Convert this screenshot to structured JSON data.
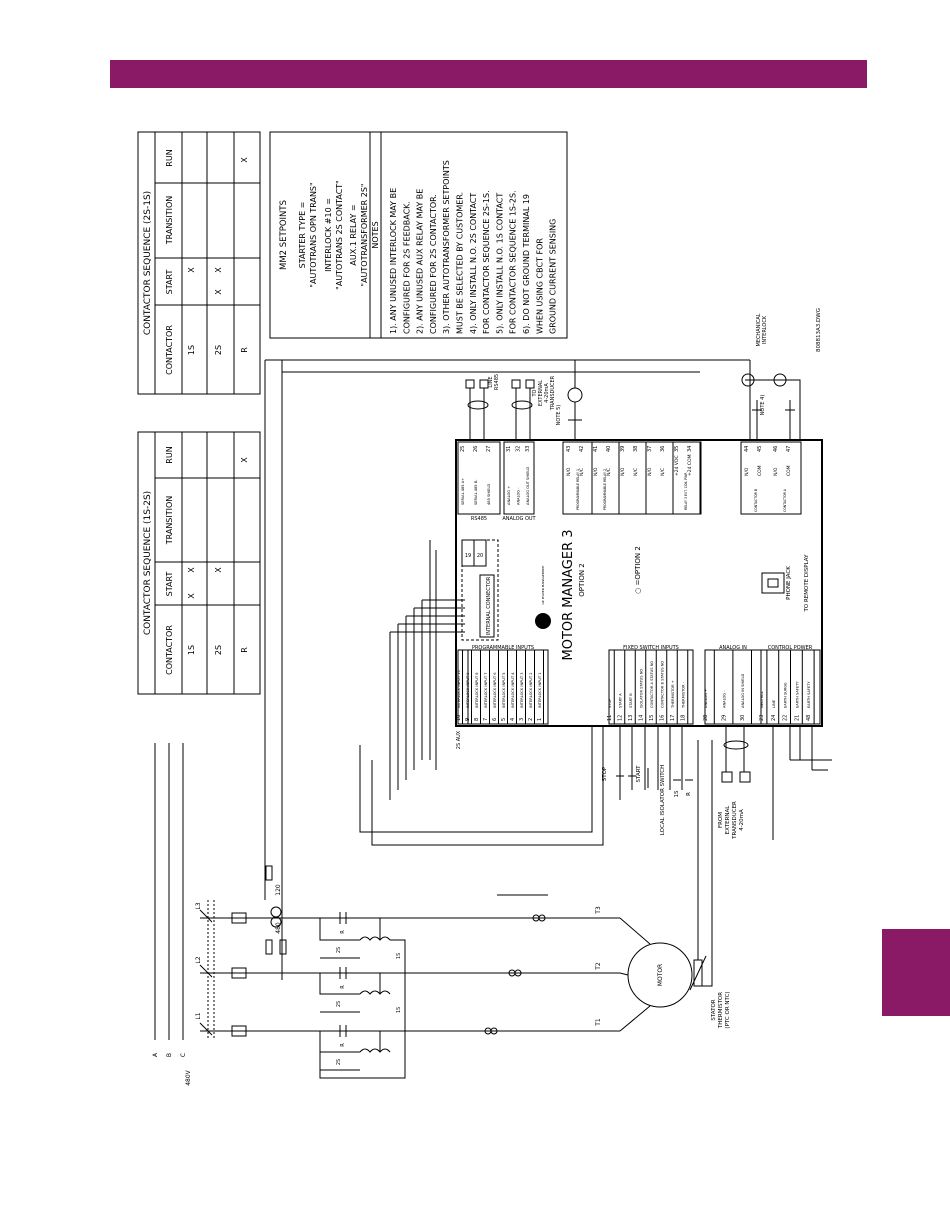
{
  "colors": {
    "band": "#8a1a65",
    "ink": "#000000"
  },
  "seq_1s_2s": {
    "title": "CONTACTOR SEQUENCE (1S-2S)",
    "headers": [
      "CONTACTOR",
      "START",
      "TRANSITION",
      "RUN"
    ],
    "rows": [
      {
        "name": "1S",
        "marks": [
          "X",
          "X",
          "",
          ""
        ]
      },
      {
        "name": "2S",
        "marks": [
          "",
          "X",
          "",
          ""
        ]
      },
      {
        "name": "R",
        "marks": [
          "",
          "",
          "",
          "X"
        ]
      }
    ]
  },
  "seq_2s_1s": {
    "title": "CONTACTOR SEQUENCE (2S-1S)",
    "headers": [
      "CONTACTOR",
      "START",
      "TRANSITION",
      "RUN"
    ],
    "rows": [
      {
        "name": "1S",
        "marks": [
          "",
          "X",
          "",
          ""
        ]
      },
      {
        "name": "2S",
        "marks": [
          "X",
          "X",
          "",
          ""
        ]
      },
      {
        "name": "R",
        "marks": [
          "",
          "",
          "",
          "X"
        ]
      }
    ]
  },
  "setpoints": {
    "title": "MM2 SETPOINTS",
    "lines": [
      "STARTER TYPE =",
      "\"AUTOTRANS OPN TRANS\"",
      "INTERLOCK #10 =",
      "\"AUTOTRANS 2S CONTACT\"",
      "AUX.1 RELAY =",
      "\"AUTOTRANSFORMER 2S\""
    ]
  },
  "notes": {
    "title": "NOTES",
    "lines": [
      "1). ANY UNUSED INTERLOCK MAY BE",
      "CONFIGURED FOR 2S FEEDBACK.",
      "2). ANY UNUSED AUX RELAY MAY BE",
      "CONFIGURED FOR 2S CONTACTOR.",
      "3). OTHER AUTOTRANSFORMER SETPOINTS",
      "MUST BE SELECTED BY CUSTOMER.",
      "4). ONLY INSTALL N.O. 2S CONTACT",
      "FOR CONTACTOR SEQUENCE 2S-1S.",
      "5). ONLY INSTALL N.O. 1S CONTACT",
      "FOR CONTACTOR SEQUENCE 1S-2S.",
      "6). DO NOT GROUND TERMINAL 19",
      "WHEN USING CBCT FOR",
      "GROUND CURRENT SENSING"
    ]
  },
  "device": {
    "name": "MOTOR MANAGER 3",
    "option": "OPTION 2",
    "legend": "○ =OPTION 2",
    "phone_jack": "PHONE JACK",
    "remote_display": "TO REMOTE DISPLAY",
    "internal_connector": "INTERNAL CONNECTOR",
    "brand_note": "GE POWER MANAGEMENT",
    "prog_inputs_title": "PROGRAMMABLE INPUTS",
    "prog_inputs": [
      {
        "num": "10",
        "label": "INTERLOCK INPUT 10"
      },
      {
        "num": "9",
        "label": "INTERLOCK INPUT 9"
      },
      {
        "num": "8",
        "label": "INTERLOCK INPUT 8"
      },
      {
        "num": "7",
        "label": "INTERLOCK INPUT 7"
      },
      {
        "num": "6",
        "label": "INTERLOCK INPUT 6"
      },
      {
        "num": "5",
        "label": "INTERLOCK INPUT 5"
      },
      {
        "num": "4",
        "label": "INTERLOCK INPUT 4"
      },
      {
        "num": "3",
        "label": "INTERLOCK INPUT 3"
      },
      {
        "num": "2",
        "label": "INTERLOCK INPUT 2"
      },
      {
        "num": "1",
        "label": "INTERLOCK INPUT 1"
      }
    ],
    "fixed_inputs_title": "FIXED SWITCH INPUTS",
    "fixed_inputs": [
      {
        "num": "11",
        "label": "STOP"
      },
      {
        "num": "12",
        "label": "START A"
      },
      {
        "num": "13",
        "label": "START B"
      },
      {
        "num": "14",
        "label": "ISOLATOR STATUS NO"
      },
      {
        "num": "15",
        "label": "CONTACTOR A STATUS NO"
      },
      {
        "num": "16",
        "label": "CONTACTOR B STATUS NO"
      },
      {
        "num": "17",
        "label": "THERMISTOR +"
      },
      {
        "num": "18",
        "label": "THERMISTOR -"
      }
    ],
    "analog_in_title": "ANALOG IN",
    "analog_in": [
      {
        "num": "28",
        "label": "ANALOG +"
      },
      {
        "num": "29",
        "label": "ANALOG -"
      },
      {
        "num": "30",
        "label": "ANALOG IN SHIELD"
      }
    ],
    "control_power_title": "CONTROL POWER",
    "control_power": [
      {
        "num": "23",
        "label": "NEUTRAL"
      },
      {
        "num": "24",
        "label": "LINE"
      },
      {
        "num": "22",
        "label": "EARTH SURGE"
      },
      {
        "num": "21",
        "label": "EARTH SAFETY"
      },
      {
        "num": "48",
        "label": "EARTH SAFETY"
      }
    ],
    "rs485_title": "RS485",
    "rs485": [
      {
        "num": "25",
        "label": "SERIAL 485 A+"
      },
      {
        "num": "26",
        "label": "SERIAL 485 B-"
      },
      {
        "num": "27",
        "label": "485 SHIELD"
      }
    ],
    "analog_out_title": "ANALOG OUT",
    "analog_out": [
      {
        "num": "31",
        "label": "ANALOG +"
      },
      {
        "num": "32",
        "label": "ANALOG -"
      },
      {
        "num": "33",
        "label": "ANALOG OUT SHIELD"
      }
    ],
    "relays": [
      {
        "title": "PROGRAMMABLE RELAY 1",
        "rows": [
          {
            "num": "43",
            "label": "N/O"
          },
          {
            "num": "42",
            "label": "N/C"
          }
        ]
      },
      {
        "title": "PROGRAMMABLE RELAY 2",
        "rows": [
          {
            "num": "41",
            "label": "N/O"
          },
          {
            "num": "40",
            "label": "N/C"
          }
        ]
      },
      {
        "title": "",
        "rows": [
          {
            "num": "39",
            "label": "N/O"
          },
          {
            "num": "38",
            "label": "N/C"
          }
        ]
      },
      {
        "title": "",
        "rows": [
          {
            "num": "37",
            "label": "N/O"
          },
          {
            "num": "36",
            "label": "N/C"
          }
        ]
      },
      {
        "title": "RELAY 3 EXT. COIL PWR",
        "rows": [
          {
            "num": "35",
            "label": "+24 VDC"
          },
          {
            "num": "34",
            "label": "+24 COM"
          }
        ]
      }
    ],
    "contactor_b": {
      "title": "CONTACTOR B",
      "rows": [
        {
          "num": "44",
          "label": "N/O"
        },
        {
          "num": "45",
          "label": "COM"
        }
      ]
    },
    "contactor_a": {
      "title": "CONTACTOR A",
      "rows": [
        {
          "num": "46",
          "label": "N/O"
        },
        {
          "num": "47",
          "label": "COM"
        }
      ]
    },
    "aux_terms": [
      "19",
      "20"
    ]
  },
  "power": {
    "phases": [
      "A",
      "B",
      "C"
    ],
    "voltage": "480V",
    "lines": [
      "L1",
      "L2",
      "L3"
    ],
    "terminals": [
      "T1",
      "T2",
      "T3"
    ],
    "motor": "MOTOR",
    "transformer": [
      "480",
      "120"
    ],
    "labels": {
      "r": "R",
      "s2": "2S",
      "s1": "1S"
    }
  },
  "field": {
    "stop": "STOP",
    "start": "START",
    "local_isolator": "LOCAL ISOLATOR SWITCH",
    "s1": "1S",
    "r": "R",
    "s2_aux": "2S AUX",
    "from_transducer": [
      "FROM",
      "EXTERNAL",
      "TRANSDUCER",
      "4-20mA"
    ],
    "to_transducer": [
      "TO",
      "EXTERNAL",
      "4-20mA",
      "TRANSDUCER"
    ],
    "line_rs485": [
      "LINE",
      "RS485"
    ],
    "note5": "NOTE 5)",
    "note4": "NOTE 4)",
    "mech_interlock": [
      "MECHANICAL",
      "INTERLOCK"
    ],
    "thermistor": [
      "STATOR",
      "THERMISTOR",
      "(PTC OR NTC)"
    ]
  },
  "drawing_no": "808813A3.DWG"
}
